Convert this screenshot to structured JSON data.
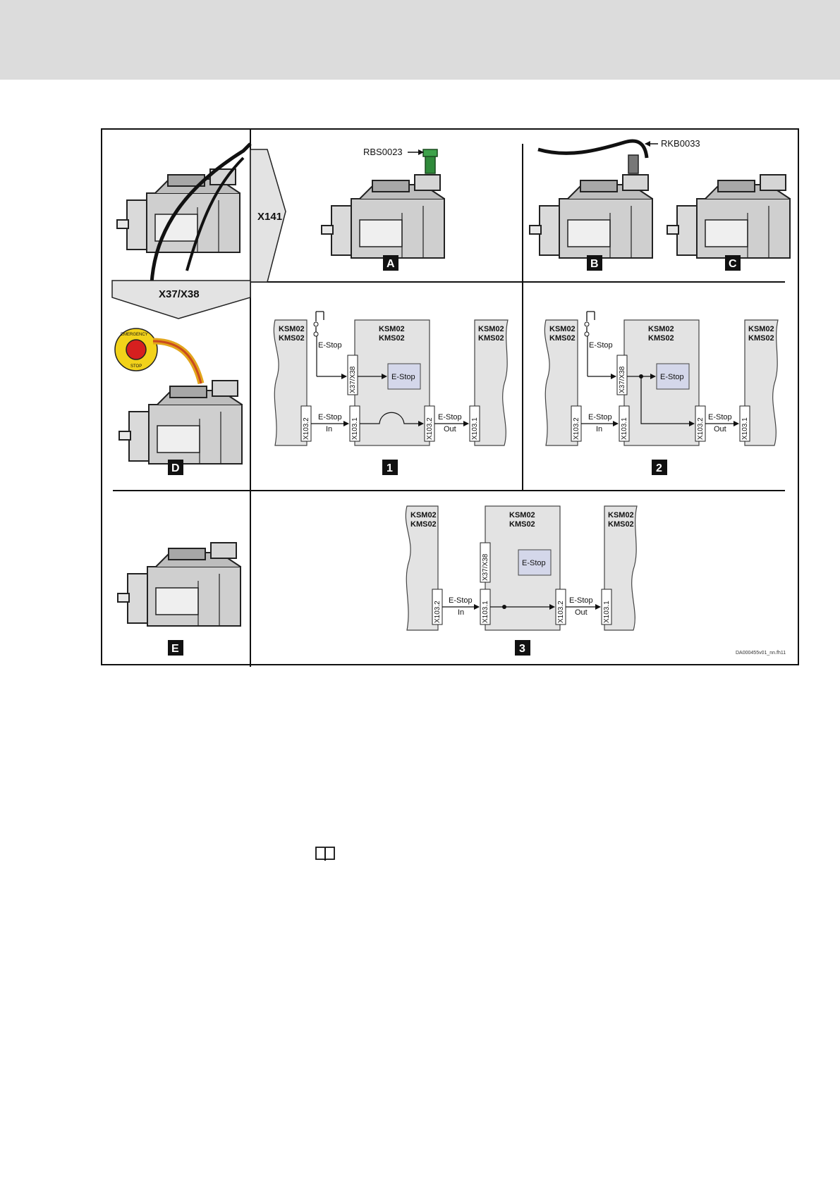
{
  "figure": {
    "connectors": {
      "x141": "X141",
      "x37_x38": "X37/X38"
    },
    "parts": {
      "rbs": "RBS0023",
      "rkb": "RKB0033"
    },
    "panel_labels": {
      "A": "A",
      "B": "B",
      "C": "C",
      "D": "D",
      "E": "E",
      "n1": "1",
      "n2": "2",
      "n3": "3"
    },
    "emergency_button": {
      "top": "EMERGENCY",
      "bottom": "STOP"
    },
    "diagram": {
      "ksm": "KSM02",
      "kms": "KMS02",
      "estop": "E-Stop",
      "in": "In",
      "out": "Out",
      "x103_1": "X103.1",
      "x103_2": "X103.2",
      "x37_x38": "X37/X38"
    },
    "doc_id": "DA000455v01_nn.fh11"
  },
  "icons": {
    "reference": "book-icon"
  },
  "colors": {
    "band": "#dcdcdc",
    "device_fill": "#e3e3e3",
    "estop_box": "#d4d7ea",
    "green_plug": "#2f8a3a",
    "emergency_red": "#d61f1f",
    "emergency_yellow": "#f2d21a"
  }
}
